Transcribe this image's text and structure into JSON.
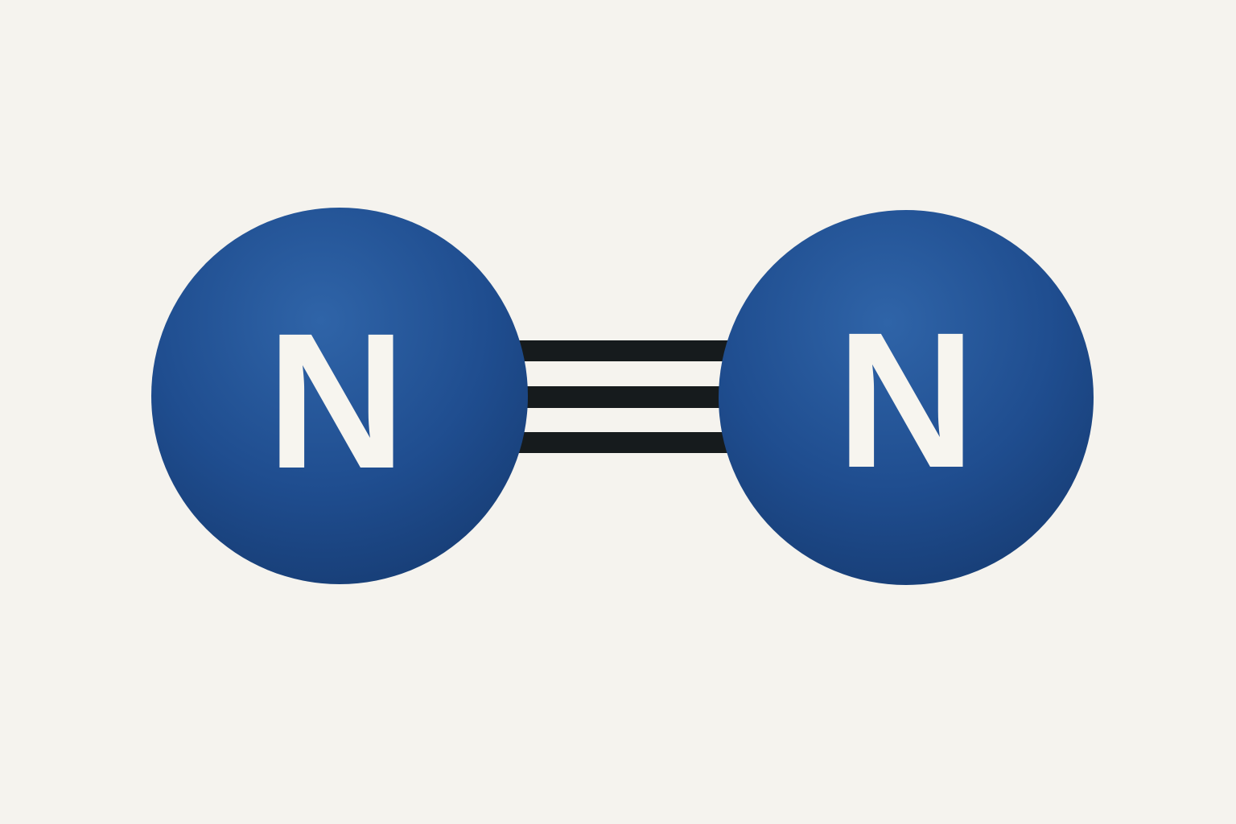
{
  "diagram": {
    "atoms": [
      {
        "symbol": "N"
      },
      {
        "symbol": "N"
      }
    ],
    "bond": {
      "type": "triple",
      "order": 3
    },
    "colors": {
      "background": "#f5f3ee",
      "atom_fill": "#1f4d8f",
      "atom_highlight": "#2f64a8",
      "atom_edge": "#173d75",
      "bond": "#161b1d",
      "label": "#f7f5ef"
    }
  }
}
